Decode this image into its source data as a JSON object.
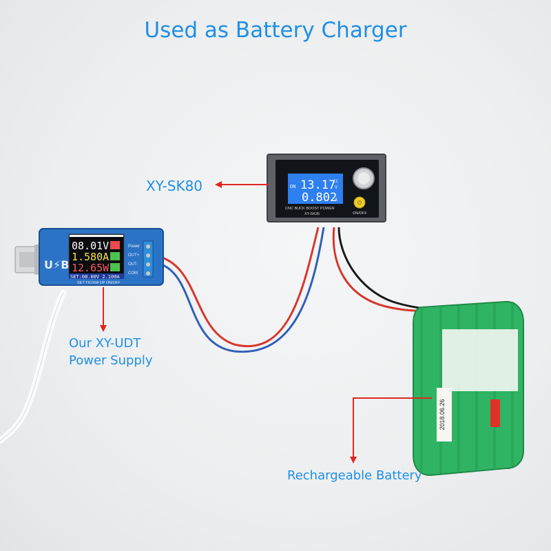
{
  "title": "Used as Battery Charger",
  "labels": {
    "buck_boost_module": "XY-SK80",
    "power_supply_line1": "Our XY-UDT",
    "power_supply_line2": "Power Supply",
    "battery": "Rechargeable Battery"
  },
  "udt_display": {
    "voltage": "08.01V",
    "current": "1.580A",
    "power": "12.65W",
    "setpoint": "SET:08.00V 2.100A",
    "side_labels": [
      "Power",
      "OUT+",
      "OUT-",
      "COM"
    ],
    "buttons": "SET  TIC/SW  UP    ON/OFF"
  },
  "sk_display": {
    "on": "ON",
    "voltage": "13.17",
    "cc": "CC",
    "v": "V",
    "current": "0.802",
    "a": "A",
    "caption": "CNC BUCK BOOST POWER",
    "model": "XY-SK35",
    "button_label": "ON/OFF"
  },
  "battery_text": {
    "date": "2018.06.26"
  },
  "colors": {
    "label_blue": "#1f8fe6",
    "arrow_red": "#e0261f",
    "battery_green": "#2fb463",
    "wire_red": "#d8362c",
    "wire_blue": "#2f5fb8"
  }
}
